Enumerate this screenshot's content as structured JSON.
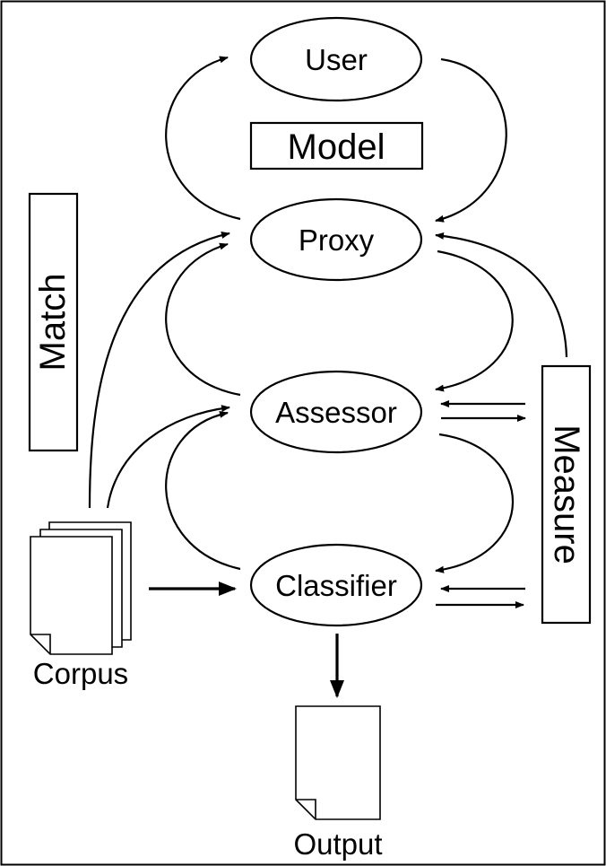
{
  "nodes": {
    "user": "User",
    "proxy": "Proxy",
    "assessor": "Assessor",
    "classifier": "Classifier"
  },
  "boxes": {
    "model": "Model",
    "match": "Match",
    "measure": "Measure"
  },
  "documents": {
    "corpus": "Corpus",
    "output": "Output"
  }
}
